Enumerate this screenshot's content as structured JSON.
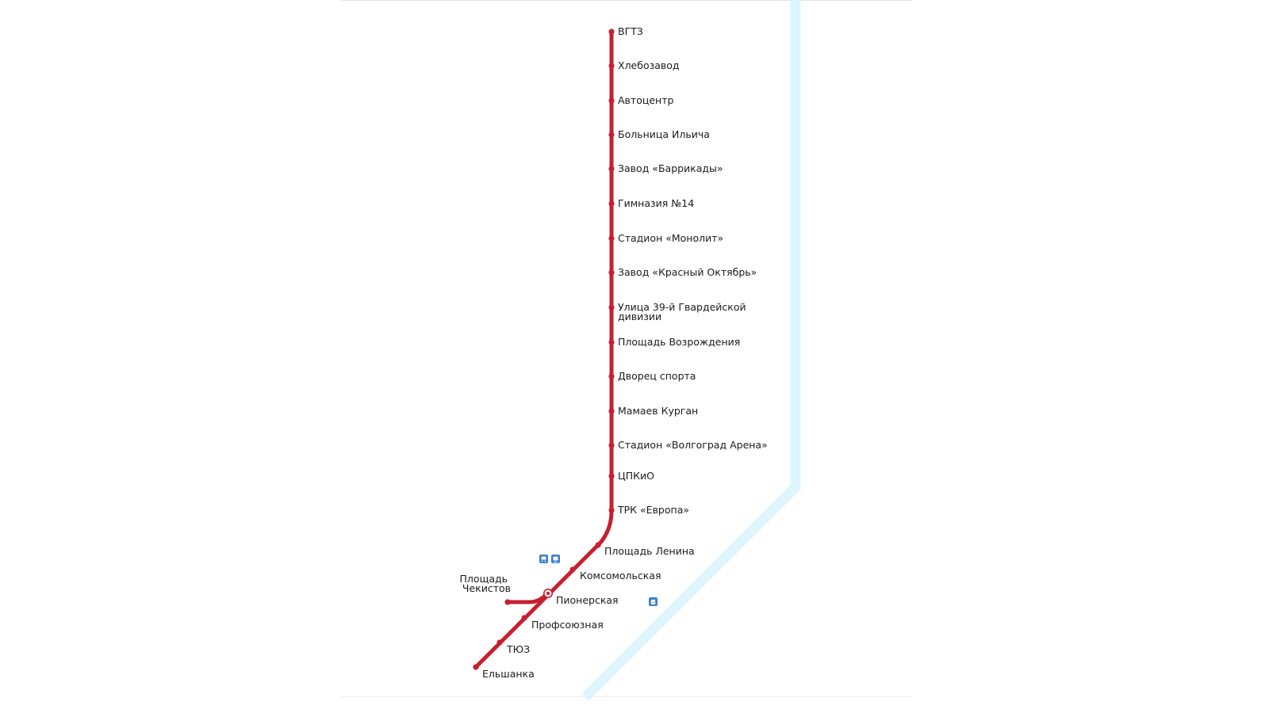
{
  "map": {
    "line_color": "#c62030",
    "river_color": "#def5fd",
    "poi_color": "#3b7fd0"
  },
  "stations": [
    {
      "id": "vgtz",
      "name": "ВГТЗ"
    },
    {
      "id": "hlebozavod",
      "name": "Хлебозавод"
    },
    {
      "id": "avtocentr",
      "name": "Автоцентр"
    },
    {
      "id": "bolnica-ilicha",
      "name": "Больница Ильича"
    },
    {
      "id": "zavod-barrikady",
      "name": "Завод «Баррикады»"
    },
    {
      "id": "gimnaziya-14",
      "name": "Гимназия №14"
    },
    {
      "id": "stadion-monolit",
      "name": "Стадион «Монолит»"
    },
    {
      "id": "zavod-krasny-oktyabr",
      "name": "Завод «Красный Октябрь»"
    },
    {
      "id": "ulica-39-gvardeyskoy",
      "name": "Улица 39-й Гвардейской дивизии",
      "lines": [
        "Улица 39-й Гвардейской",
        "дивизии"
      ]
    },
    {
      "id": "ploshchad-vozrozhdeniya",
      "name": "Площадь Возрождения"
    },
    {
      "id": "dvorec-sporta",
      "name": "Дворец спорта"
    },
    {
      "id": "mamaev-kurgan",
      "name": "Мамаев Курган"
    },
    {
      "id": "stadion-volgograd-arena",
      "name": "Стадион «Волгоград Арена»"
    },
    {
      "id": "cpkio",
      "name": "ЦПКиО"
    },
    {
      "id": "trk-evropa",
      "name": "ТРК «Европа»"
    },
    {
      "id": "ploshchad-lenina",
      "name": "Площадь Ленина"
    },
    {
      "id": "komsomolskaya",
      "name": "Комсомольская"
    },
    {
      "id": "pionerskaya",
      "name": "Пионерская",
      "interchange": true
    },
    {
      "id": "profsoyuznaya",
      "name": "Профсоюзная"
    },
    {
      "id": "tyuz",
      "name": "ТЮЗ"
    },
    {
      "id": "elshanka",
      "name": "Ельшанка"
    },
    {
      "id": "ploshchad-chekistov",
      "name": "Площадь Чекистов",
      "lines": [
        "Площадь",
        "Чекистов"
      ]
    }
  ],
  "pois": [
    {
      "id": "bus-station",
      "icon": "bus-icon"
    },
    {
      "id": "train-station",
      "icon": "train-icon"
    },
    {
      "id": "pier",
      "icon": "boat-icon"
    }
  ]
}
